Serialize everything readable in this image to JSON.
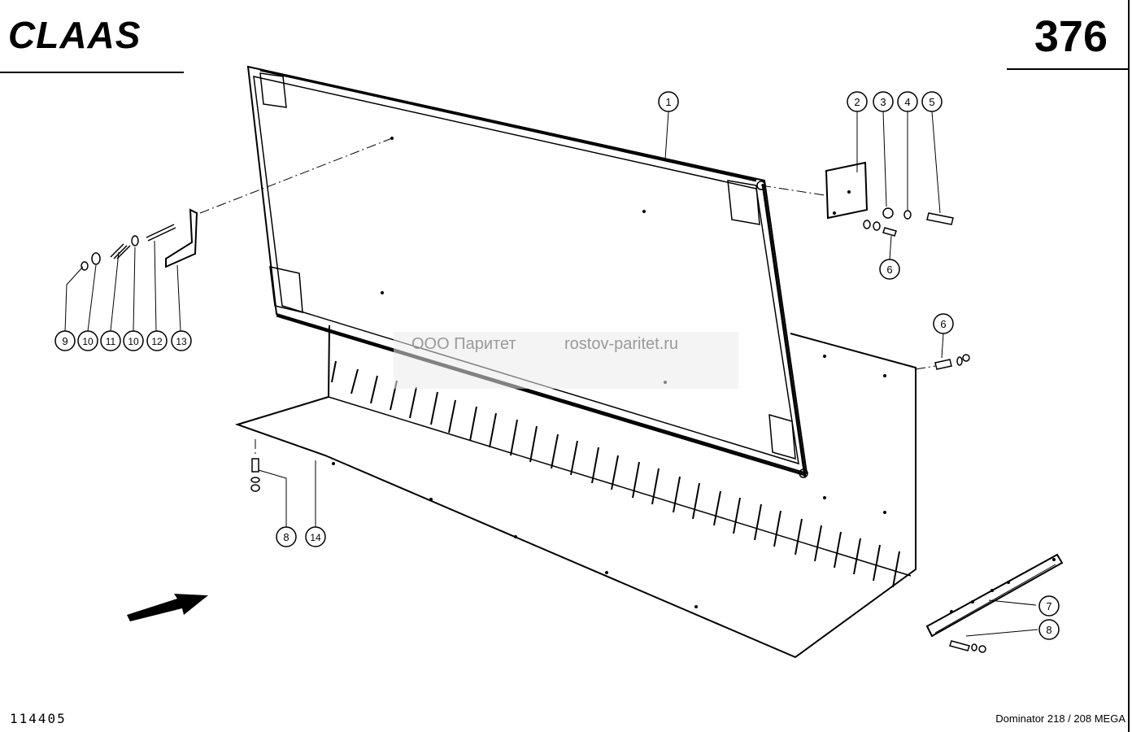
{
  "header": {
    "brand": "CLAAS",
    "page_number": "376"
  },
  "footer": {
    "drawing_number": "114405",
    "model": "Dominator 218 / 208 MEGA"
  },
  "watermark": {
    "company": "ООО Паритет",
    "site": "rostov-paritet.ru"
  },
  "callouts": {
    "c1": "1",
    "c2": "2",
    "c3": "3",
    "c4": "4",
    "c5": "5",
    "c6a": "6",
    "c6b": "6",
    "c7": "7",
    "c8a": "8",
    "c8b": "8",
    "c9": "9",
    "c10a": "10",
    "c11": "11",
    "c10b": "10",
    "c12": "12",
    "c13": "13",
    "c14": "14"
  },
  "icons": {
    "direction": "arrow-icon"
  }
}
